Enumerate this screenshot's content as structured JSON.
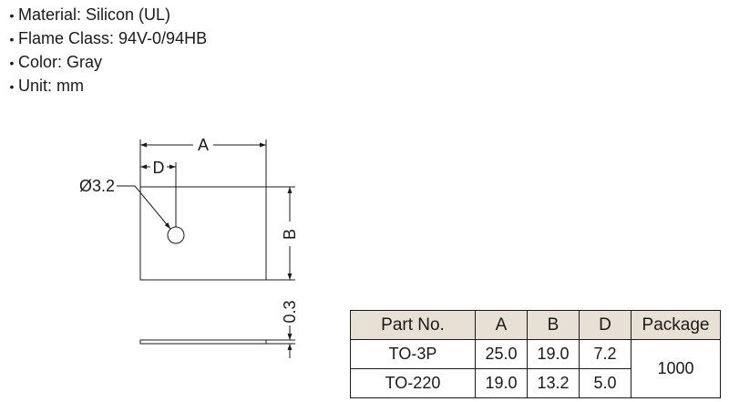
{
  "specs": [
    {
      "bullet": "•",
      "text": "Material: Silicon (UL)"
    },
    {
      "bullet": "•",
      "text": "Flame Class: 94V-0/94HB"
    },
    {
      "bullet": "•",
      "text": "Color: Gray"
    },
    {
      "bullet": "•",
      "text": "Unit: mm"
    }
  ],
  "drawing": {
    "dim_a": "A",
    "dim_b": "B",
    "dim_d": "D",
    "hole_label": "Ø3.2",
    "thickness_label": "0.3"
  },
  "table": {
    "headers": {
      "part": "Part No.",
      "a": "A",
      "b": "B",
      "d": "D",
      "package": "Package"
    },
    "rows": [
      {
        "part": "TO-3P",
        "a": "25.0",
        "b": "19.0",
        "d": "7.2"
      },
      {
        "part": "TO-220",
        "a": "19.0",
        "b": "13.2",
        "d": "5.0"
      }
    ],
    "package_value": "1000"
  },
  "colors": {
    "header_bg": "#e8e0d4",
    "line": "#1a1a1a"
  }
}
